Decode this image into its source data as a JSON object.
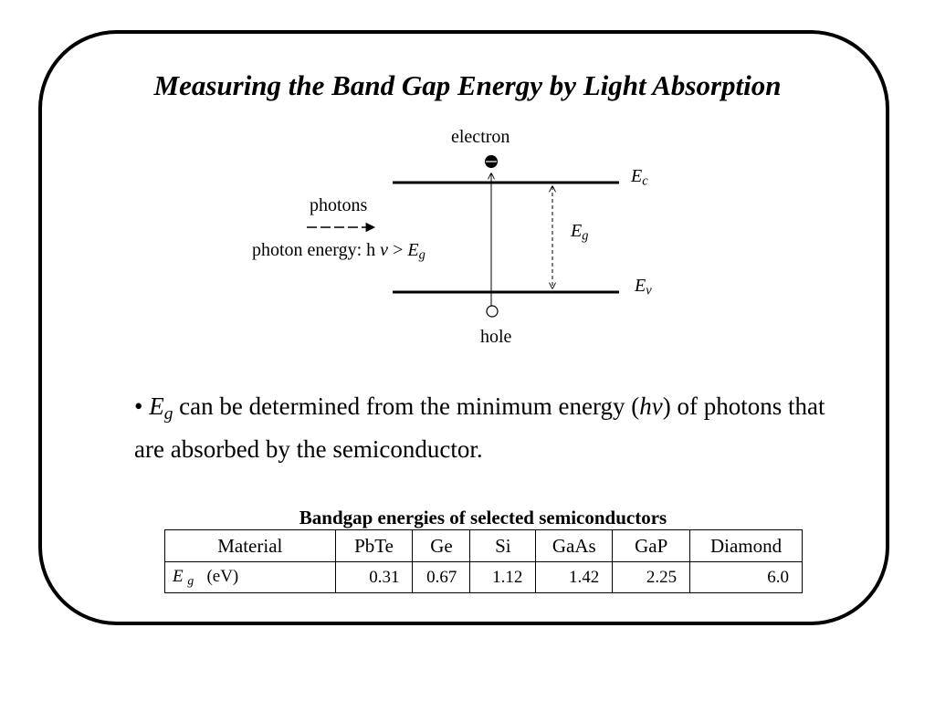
{
  "title": "Measuring the Band Gap Energy by Light Absorption",
  "diagram": {
    "electron_label": "electron",
    "hole_label": "hole",
    "photons_label": "photons",
    "photon_energy_prefix": "photon energy: h ",
    "nu": "ν",
    "greater_than": " > ",
    "E": "E",
    "sub_g": "g",
    "sub_c": "c",
    "sub_v": "v"
  },
  "bullet": {
    "marker": "•",
    "E": "E",
    "sub_g": "g",
    "text_before_h": " can be determined from the minimum energy (",
    "h": "h",
    "nu": "ν",
    "text_after": ") of photons that are absorbed by the semiconductor."
  },
  "table": {
    "caption": "Bandgap energies of selected semiconductors",
    "header": [
      "Material",
      "PbTe",
      "Ge",
      "Si",
      "GaAs",
      "GaP",
      "Diamond"
    ],
    "row_label_E": "E",
    "row_label_sub": "g",
    "row_label_unit": "(eV)",
    "values": [
      "0.31",
      "0.67",
      "1.12",
      "1.42",
      "2.25",
      "6.0"
    ]
  }
}
